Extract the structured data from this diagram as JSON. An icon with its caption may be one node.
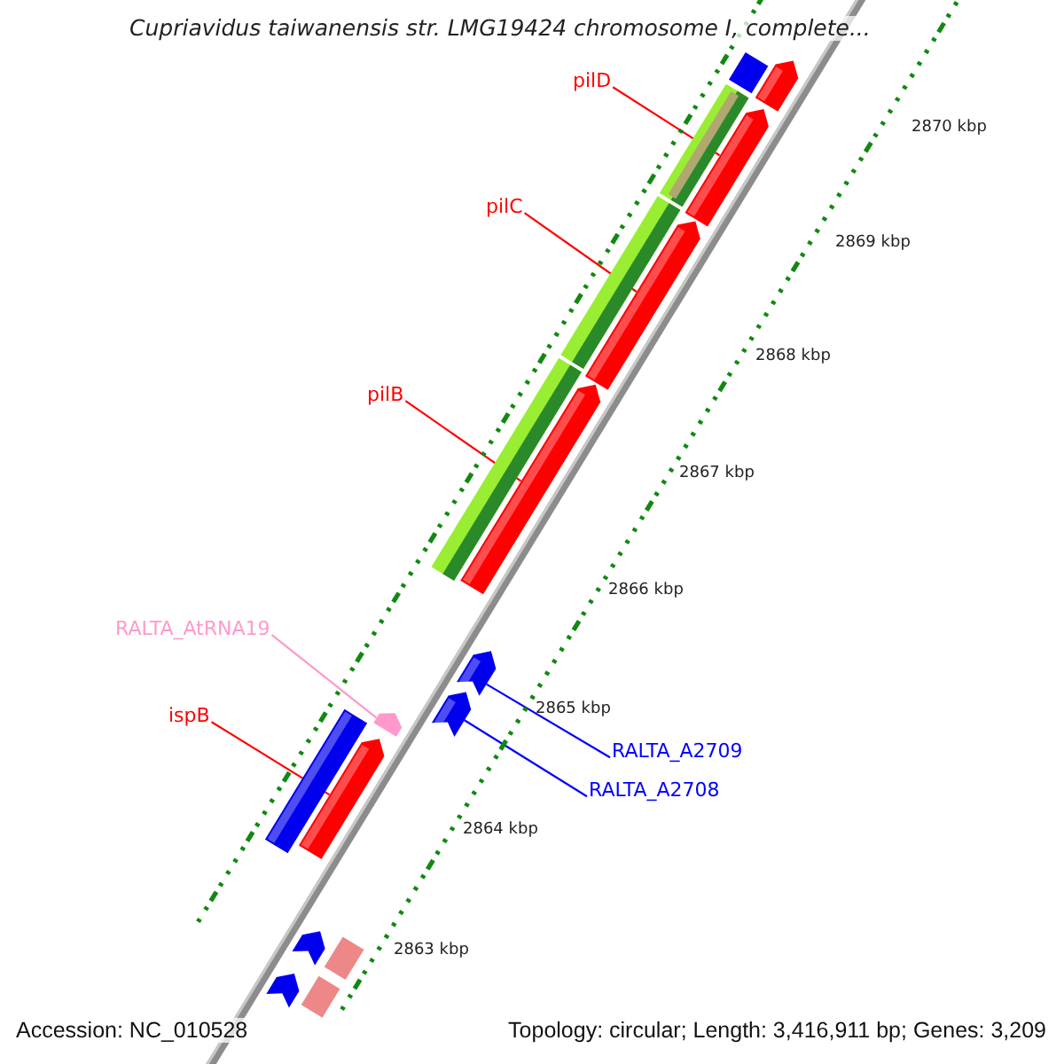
{
  "diagram": {
    "title": "Cupriavidus taiwanensis str. LMG19424 chromosome I, complete...",
    "nodes": [
      {
        "text": [
          "pilD"
        ]
      },
      {
        "text": [],
        "shape": "arrow"
      },
      {
        "text": [
          "pilC"
        ]
      },
      {
        "text": [],
        "shape": "arrow"
      },
      {
        "text": [
          "pilB"
        ]
      },
      {
        "text": [],
        "shape": "arrow"
      },
      {
        "text": [
          "RALTA_AtRNA19"
        ]
      },
      {
        "text": [],
        "shape": "arrow"
      },
      {
        "text": [
          "RALTA_A2709"
        ]
      },
      {
        "text": [],
        "shape": "arrow"
      },
      {
        "text": [
          "ispB"
        ]
      },
      {
        "text": [],
        "shape": "arrow"
      },
      {
        "text": [
          "RALTA_A2708"
        ]
      },
      {
        "text": [],
        "shape": "arrow"
      },
      {
        "text": [],
        "shape": "arrow"
      },
      {
        "text": [],
        "shape": "bar"
      },
      {
        "text": [],
        "shape": "bar"
      },
      {
        "text": [],
        "shape": "bar"
      },
      {
        "text": [],
        "shape": "bar"
      },
      {
        "text": [],
        "shape": "bar"
      },
      {
        "text": [],
        "shape": "arrow"
      },
      {
        "text": [],
        "shape": "bar"
      },
      {
        "text": [],
        "shape": "arrow"
      },
      {
        "text": [],
        "shape": "bar"
      }
    ],
    "edges": [
      {
        "from": 0,
        "to": 1,
        "arrow": "none"
      },
      {
        "from": 2,
        "to": 3,
        "arrow": "none"
      },
      {
        "from": 4,
        "to": 5,
        "arrow": "none"
      },
      {
        "from": 6,
        "to": 7,
        "arrow": "none",
        "color": "#ff99cc"
      },
      {
        "from": 8,
        "to": 9,
        "arrow": "none",
        "color": "#0000ff"
      },
      {
        "from": 10,
        "to": 11,
        "arrow": "none"
      },
      {
        "from": 12,
        "to": 13,
        "arrow": "none",
        "color": "#0000ff"
      }
    ],
    "labels": [
      "2870 kbp",
      "2869 kbp",
      "2868 kbp",
      "2867 kbp",
      "2866 kbp",
      "2865 kbp",
      "2864 kbp",
      "2863 kbp",
      "Accession: NC_010528",
      "Topology: circular; Length: 3,416,911 bp; Genes: 3,209"
    ]
  }
}
